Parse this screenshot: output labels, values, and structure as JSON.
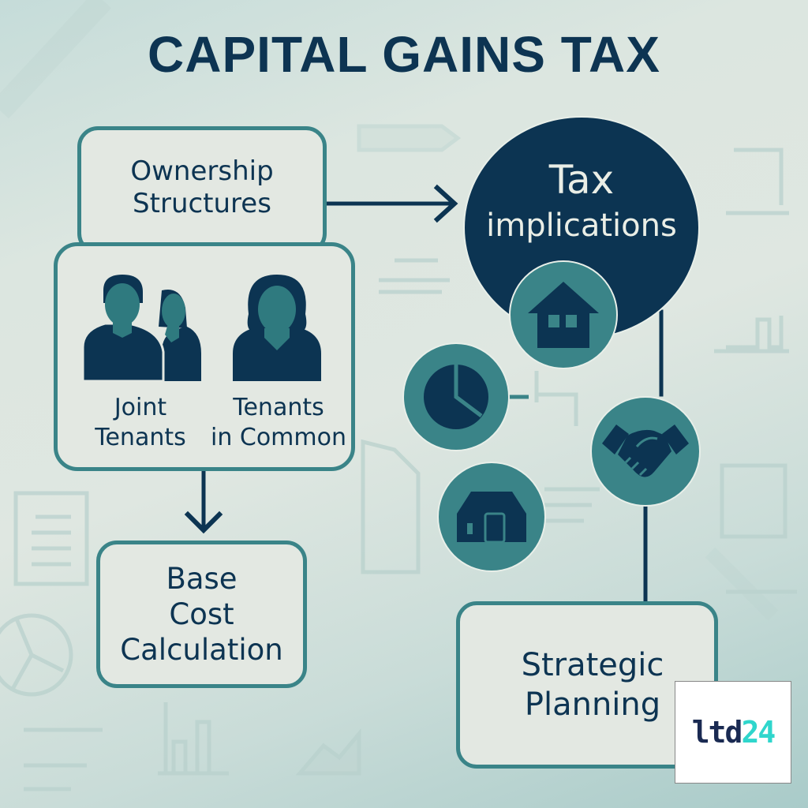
{
  "title": "CAPITAL GAINS TAX",
  "colors": {
    "navy": "#0c3452",
    "teal": "#3a8488",
    "box_fill": "#e3e8e2",
    "background": "#dce6e0",
    "logo_dark": "#1a2a52",
    "logo_accent": "#2fd6cc"
  },
  "nodes": {
    "ownership": {
      "label_line1": "Ownership",
      "label_line2": "Structures"
    },
    "types": {
      "joint": {
        "line1": "Joint",
        "line2": "Tenants",
        "icon": "couple-icon"
      },
      "common": {
        "line1": "Tenants",
        "line2": "in Common",
        "icon": "person-icon"
      }
    },
    "tax": {
      "line1": "Tax",
      "line2": "implications"
    },
    "base_cost": {
      "line1": "Base",
      "line2": "Cost",
      "line3": "Calculation"
    },
    "strategic": {
      "line1": "Strategic",
      "line2": "Planning"
    }
  },
  "icons": [
    "house-icon",
    "pie-chart-icon",
    "handshake-icon",
    "building-icon"
  ],
  "logo": {
    "part1": "ltd",
    "part2": "24"
  }
}
